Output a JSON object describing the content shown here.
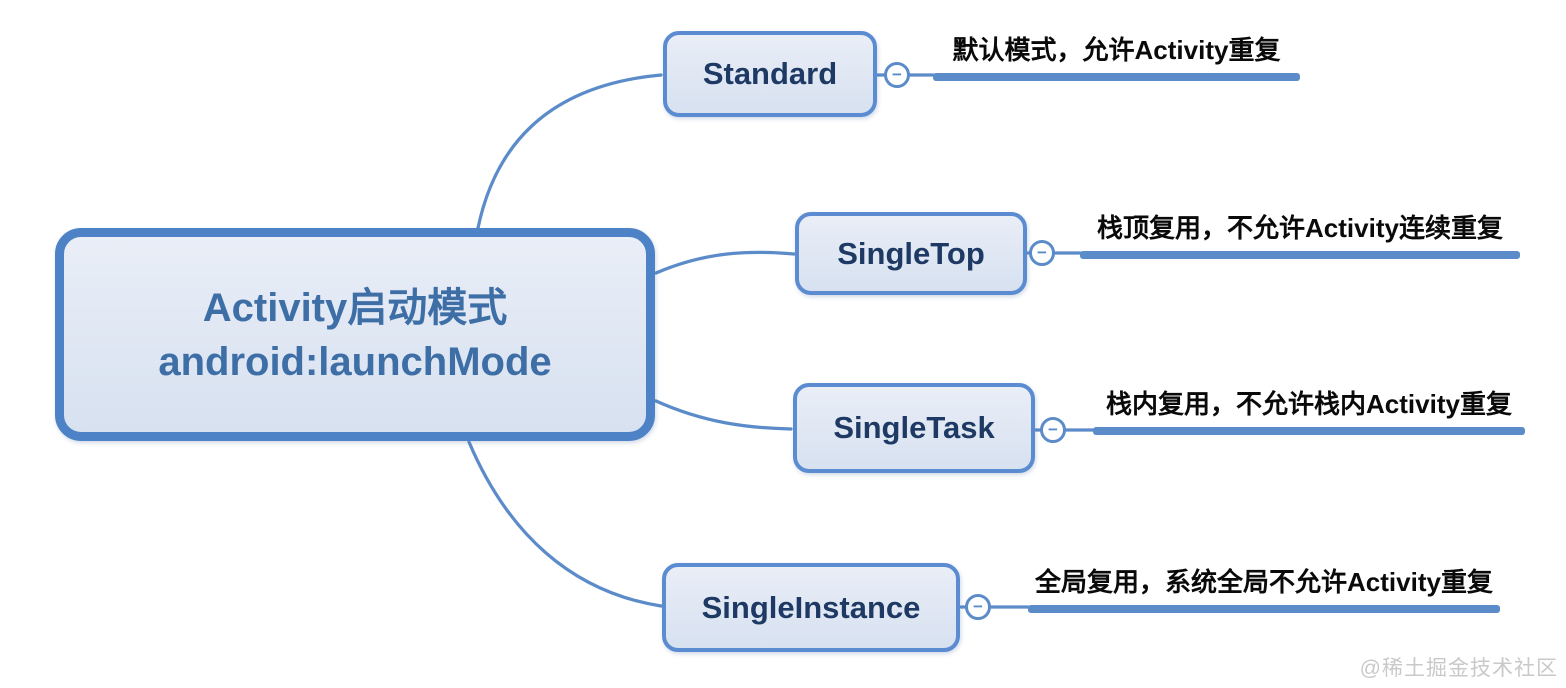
{
  "central": {
    "line1": "Activity启动模式",
    "line2": "android:launchMode"
  },
  "branches": [
    {
      "label": "Standard",
      "note": "默认模式，允许Activity重复"
    },
    {
      "label": "SingleTop",
      "note": "栈顶复用，不允许Activity连续重复"
    },
    {
      "label": "SingleTask",
      "note": "栈内复用，不允许栈内Activity重复"
    },
    {
      "label": "SingleInstance",
      "note": "全局复用，系统全局不允许Activity重复"
    }
  ],
  "toggle": {
    "glyph": "−"
  },
  "watermark": "@稀土掘金技术社区",
  "colors": {
    "accent": "#5b8bc9",
    "node_border": "#5b8bd0",
    "central_border": "#4d82c6",
    "node_fill": "#dce4f1",
    "branch_text": "#1e3a64",
    "central_text": "#3e6ea6",
    "note_text": "#0a0a0a",
    "watermark_text": "#c9c9c9"
  }
}
